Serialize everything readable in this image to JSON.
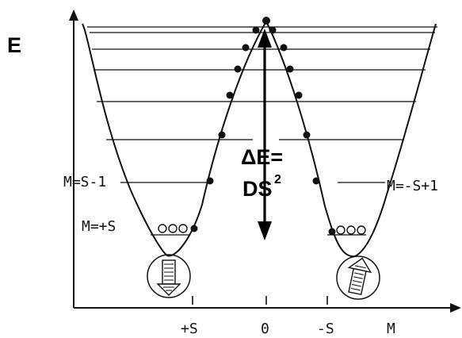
{
  "diagram": {
    "energy_label": "E",
    "magnetization_axis_label": "M",
    "tick_labels": {
      "plus_s": "+S",
      "zero": "0",
      "minus_s": "-S"
    },
    "left_labels": {
      "level_s_minus_1": "M=S-1",
      "level_plus_s": "M=+S"
    },
    "right_label": "M=-S+1",
    "barrier": {
      "delta_e": "ΔE=",
      "ds": "DS",
      "exponent": "2"
    }
  }
}
